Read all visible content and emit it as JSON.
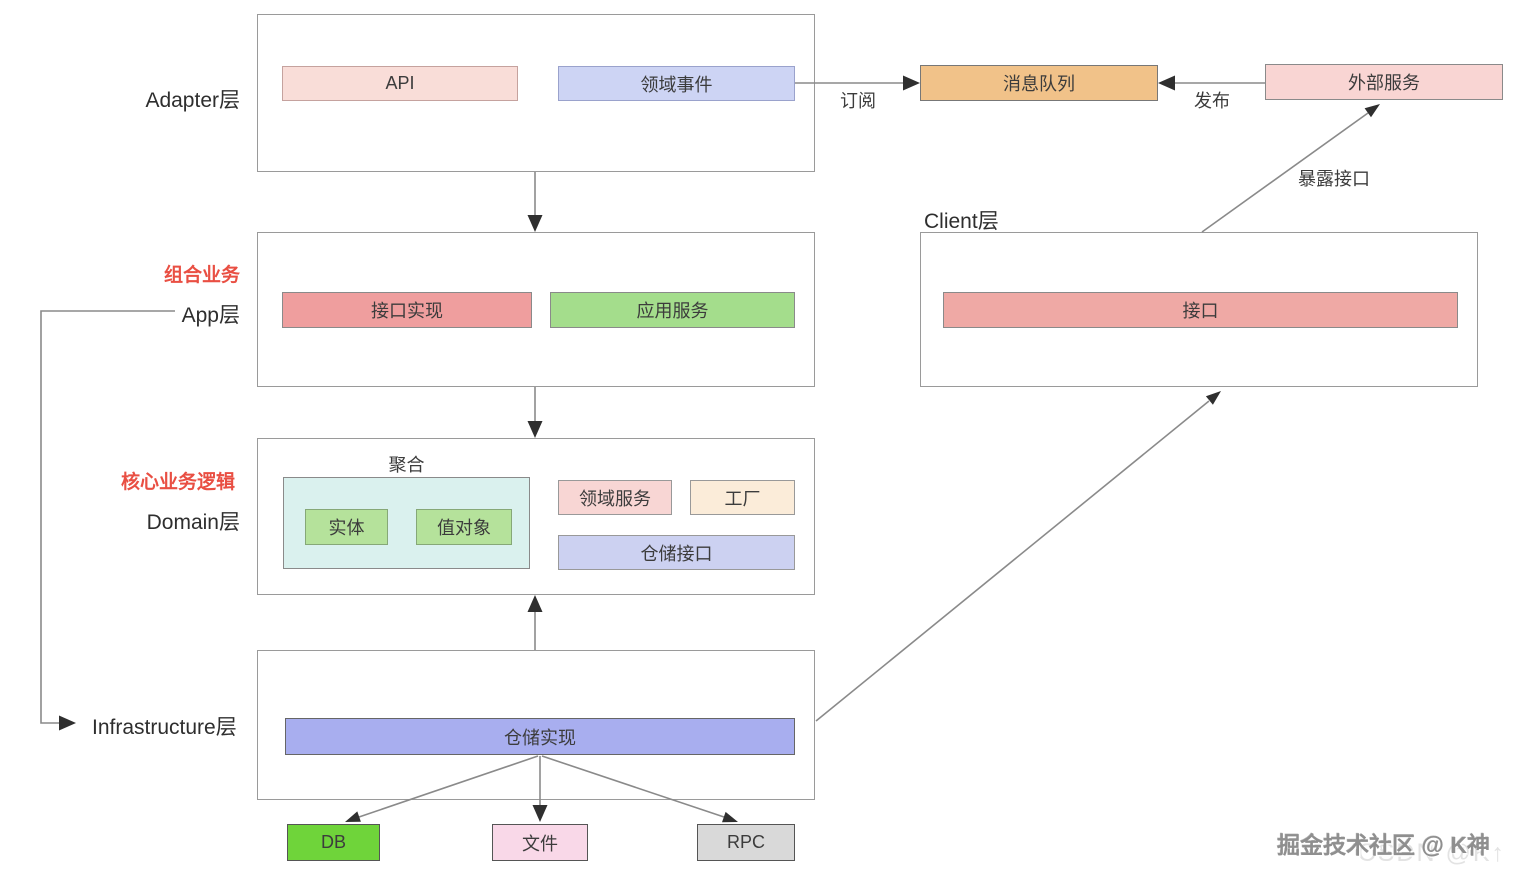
{
  "layers": {
    "adapter": "Adapter层",
    "app": "App层",
    "domain": "Domain层",
    "infrastructure": "Infrastructure层",
    "client": "Client层"
  },
  "annotations": {
    "composite_business": "组合业务",
    "core_business_logic": "核心业务逻辑",
    "aggregate": "聚合"
  },
  "nodes": {
    "api": "API",
    "domain_event": "领域事件",
    "message_queue": "消息队列",
    "external_service": "外部服务",
    "interface_impl": "接口实现",
    "app_service": "应用服务",
    "client_interface": "接口",
    "entity": "实体",
    "value_object": "值对象",
    "domain_service": "领域服务",
    "factory": "工厂",
    "repository_interface": "仓储接口",
    "repository_impl": "仓储实现",
    "db": "DB",
    "file": "文件",
    "rpc": "RPC"
  },
  "edge_labels": {
    "subscribe": "订阅",
    "publish": "发布",
    "expose_interface": "暴露接口"
  },
  "watermark": {
    "primary": "掘金技术社区 @ K神",
    "secondary": "CSDN @K↑"
  },
  "colors": {
    "api_fill": "#f9ddd8",
    "domain_event_fill": "#cdd4f4",
    "message_queue_fill": "#f1c289",
    "external_service_fill": "#f9d5d3",
    "interface_impl_fill": "#ef9e9e",
    "app_service_fill": "#a4dd8c",
    "client_interface_fill": "#efa9a5",
    "aggregate_fill": "#daf1ee",
    "entity_fill": "#b5e29b",
    "domain_service_fill": "#f8d6d4",
    "factory_fill": "#fbecd9",
    "repository_interface_fill": "#ccd1f1",
    "repository_impl_fill": "#a8aeef",
    "db_fill": "#6fd43a",
    "file_fill": "#f9d8e8",
    "rpc_fill": "#d9d9d9",
    "red_annotation": "#e94f43",
    "connector_line": "#8a8a8a"
  }
}
